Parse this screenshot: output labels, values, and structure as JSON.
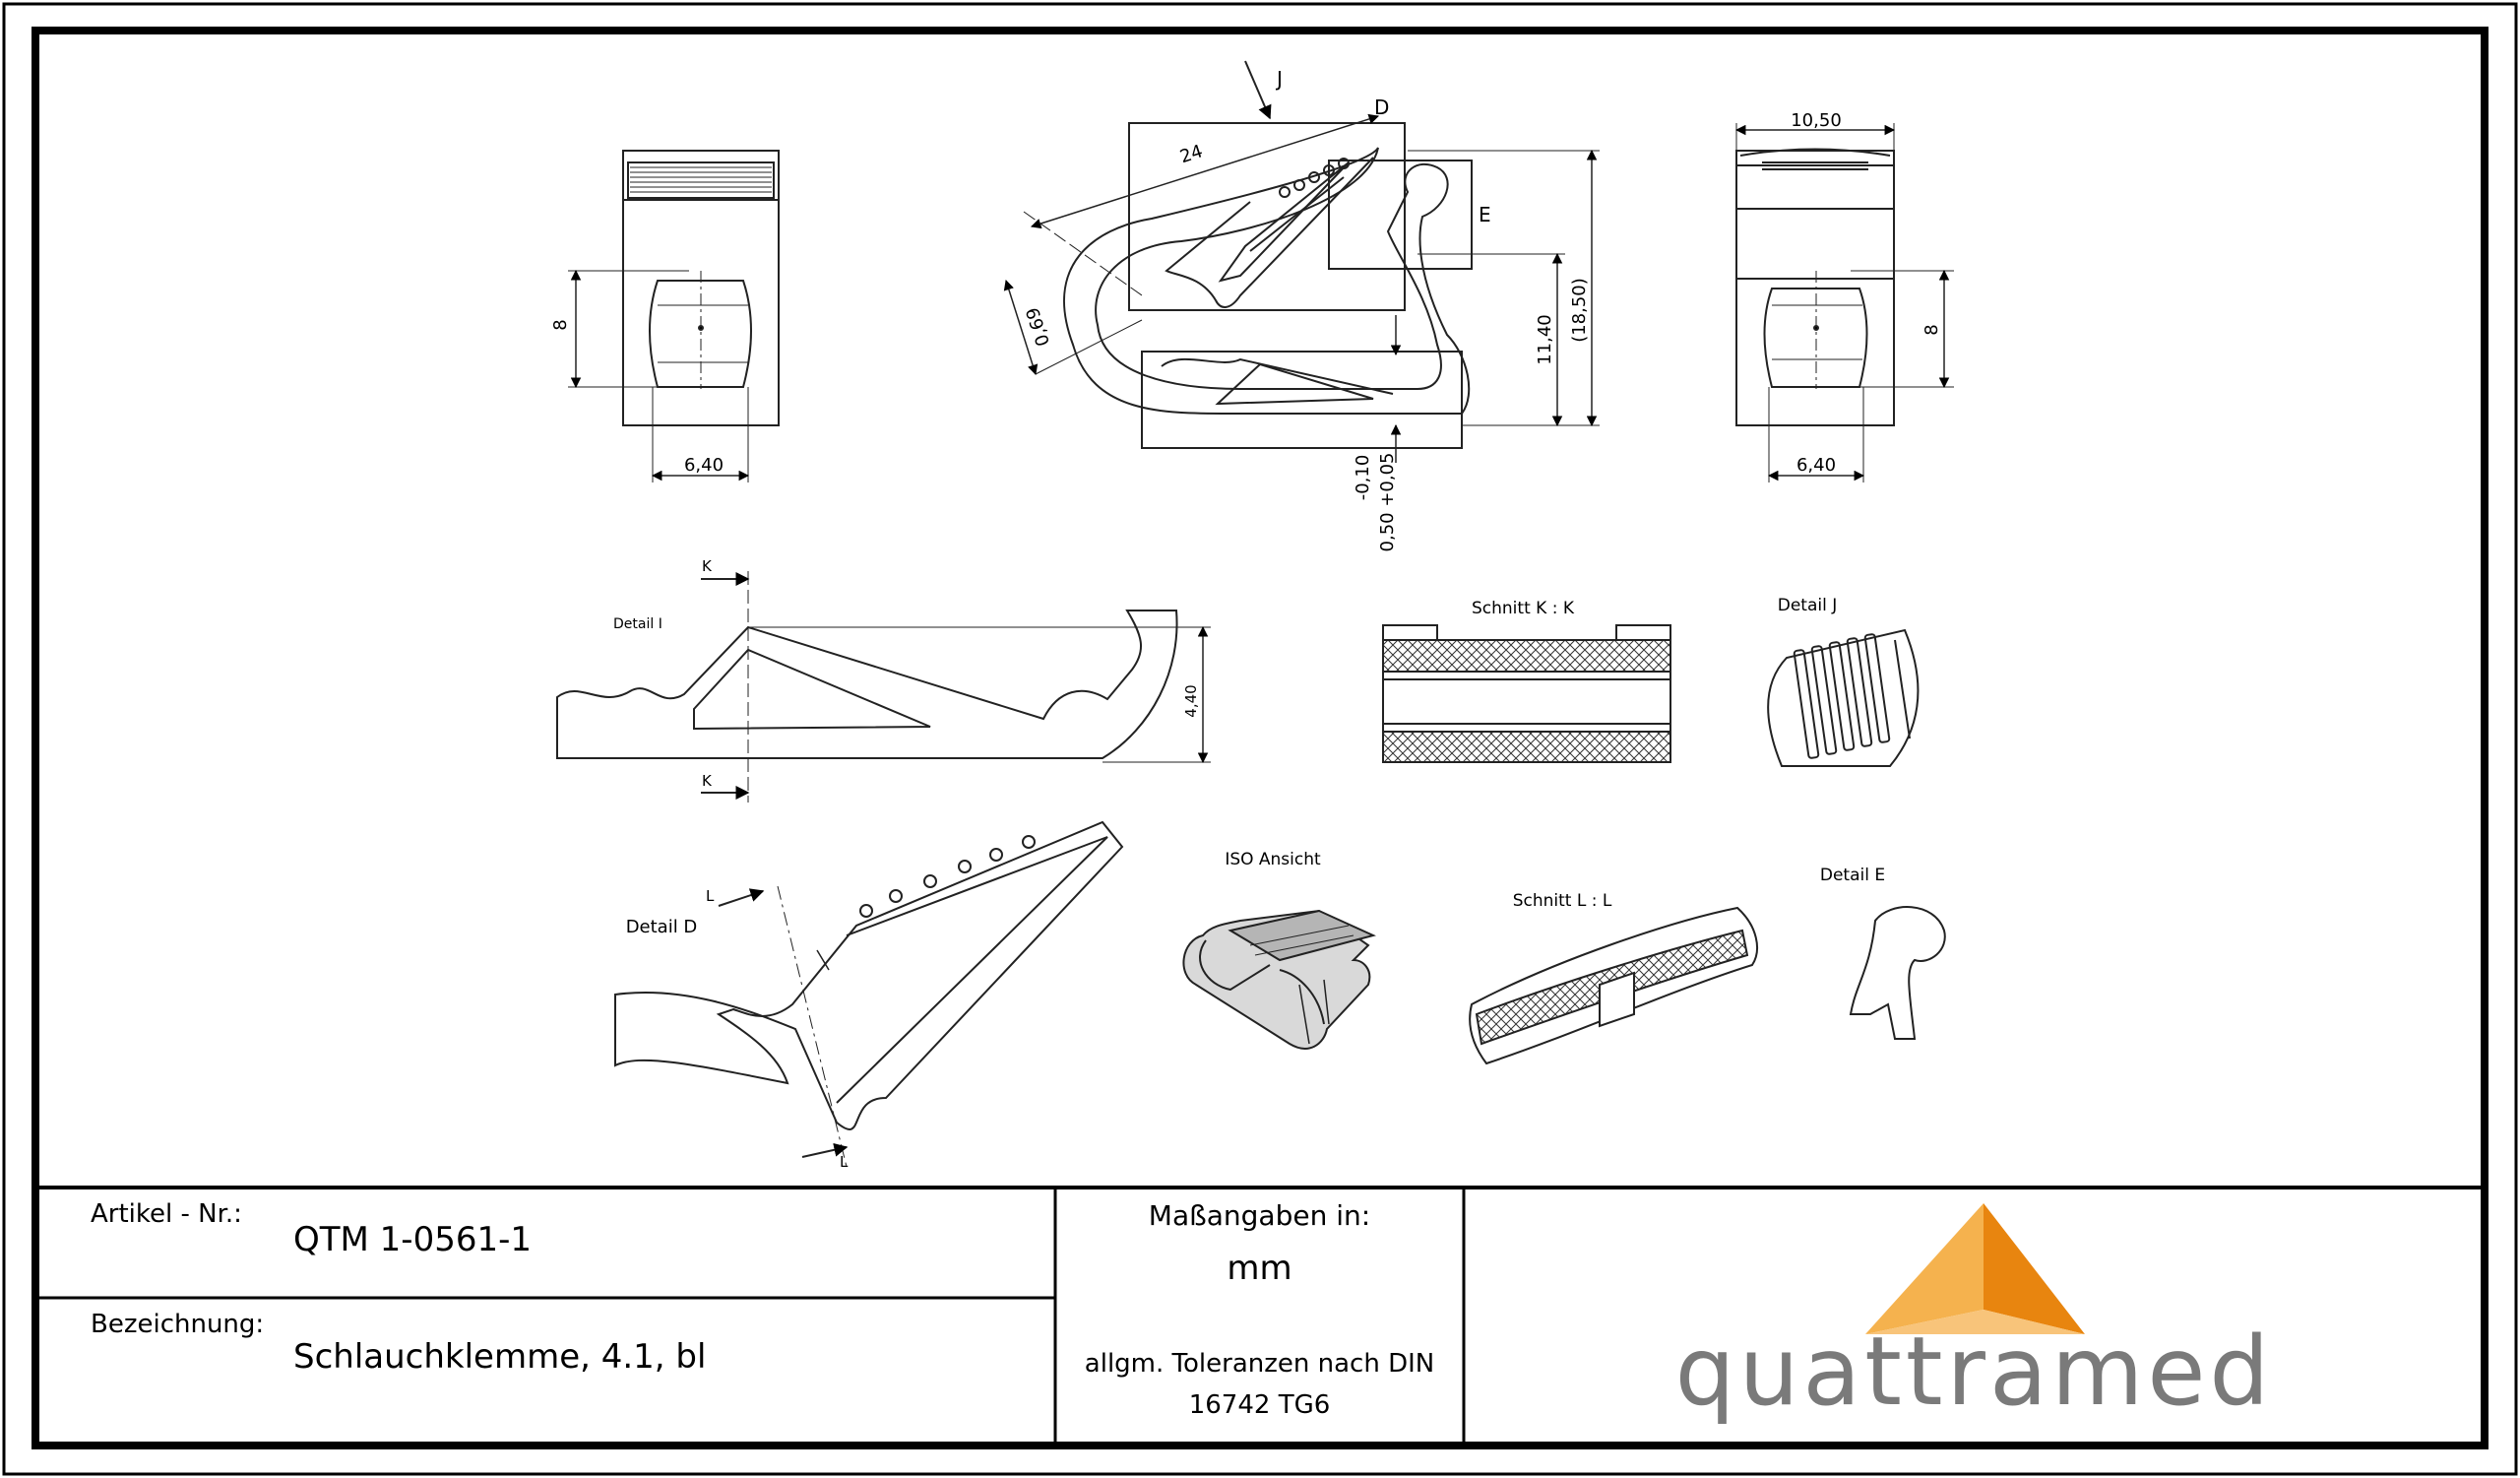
{
  "drawing": {
    "dimensions": {
      "front_height": "8",
      "front_width": "6,40",
      "side_top": "10,50",
      "side_height": "8",
      "side_width": "6,40",
      "angle_len": "24",
      "gap": "0,69",
      "height_inner": "11,40",
      "height_total": "(18,50)",
      "tol_top": "-0,10",
      "tol_bottom": "0,50 +0,05",
      "detail_i_height": "4,40"
    },
    "markers": {
      "j": "J",
      "d": "D",
      "e": "E",
      "k_top": "K",
      "k_bottom": "K",
      "l_top": "L",
      "l_bottom": "L"
    },
    "view_labels": {
      "detail_i": "Detail I",
      "schnitt_kk": "Schnitt K : K",
      "detail_j": "Detail J",
      "iso": "ISO Ansicht",
      "schnitt_ll": "Schnitt L : L",
      "detail_e": "Detail E",
      "detail_d": "Detail D"
    }
  },
  "title_block": {
    "article_label": "Artikel - Nr.:",
    "article_value": "QTM 1-0561-1",
    "designation_label": "Bezeichnung:",
    "designation_value": "Schlauchklemme, 4.1, bl",
    "units_label": "Maßangaben in:",
    "units_value": "mm",
    "tolerance_line1": "allgm. Toleranzen nach DIN",
    "tolerance_line2": "16742 TG6",
    "logo_text": "quattramed"
  },
  "colors": {
    "logo_orange_dark": "#E8850F",
    "logo_orange_light": "#F5B24E",
    "logo_text": "#7a7a7a",
    "line": "#1a1a1a"
  }
}
